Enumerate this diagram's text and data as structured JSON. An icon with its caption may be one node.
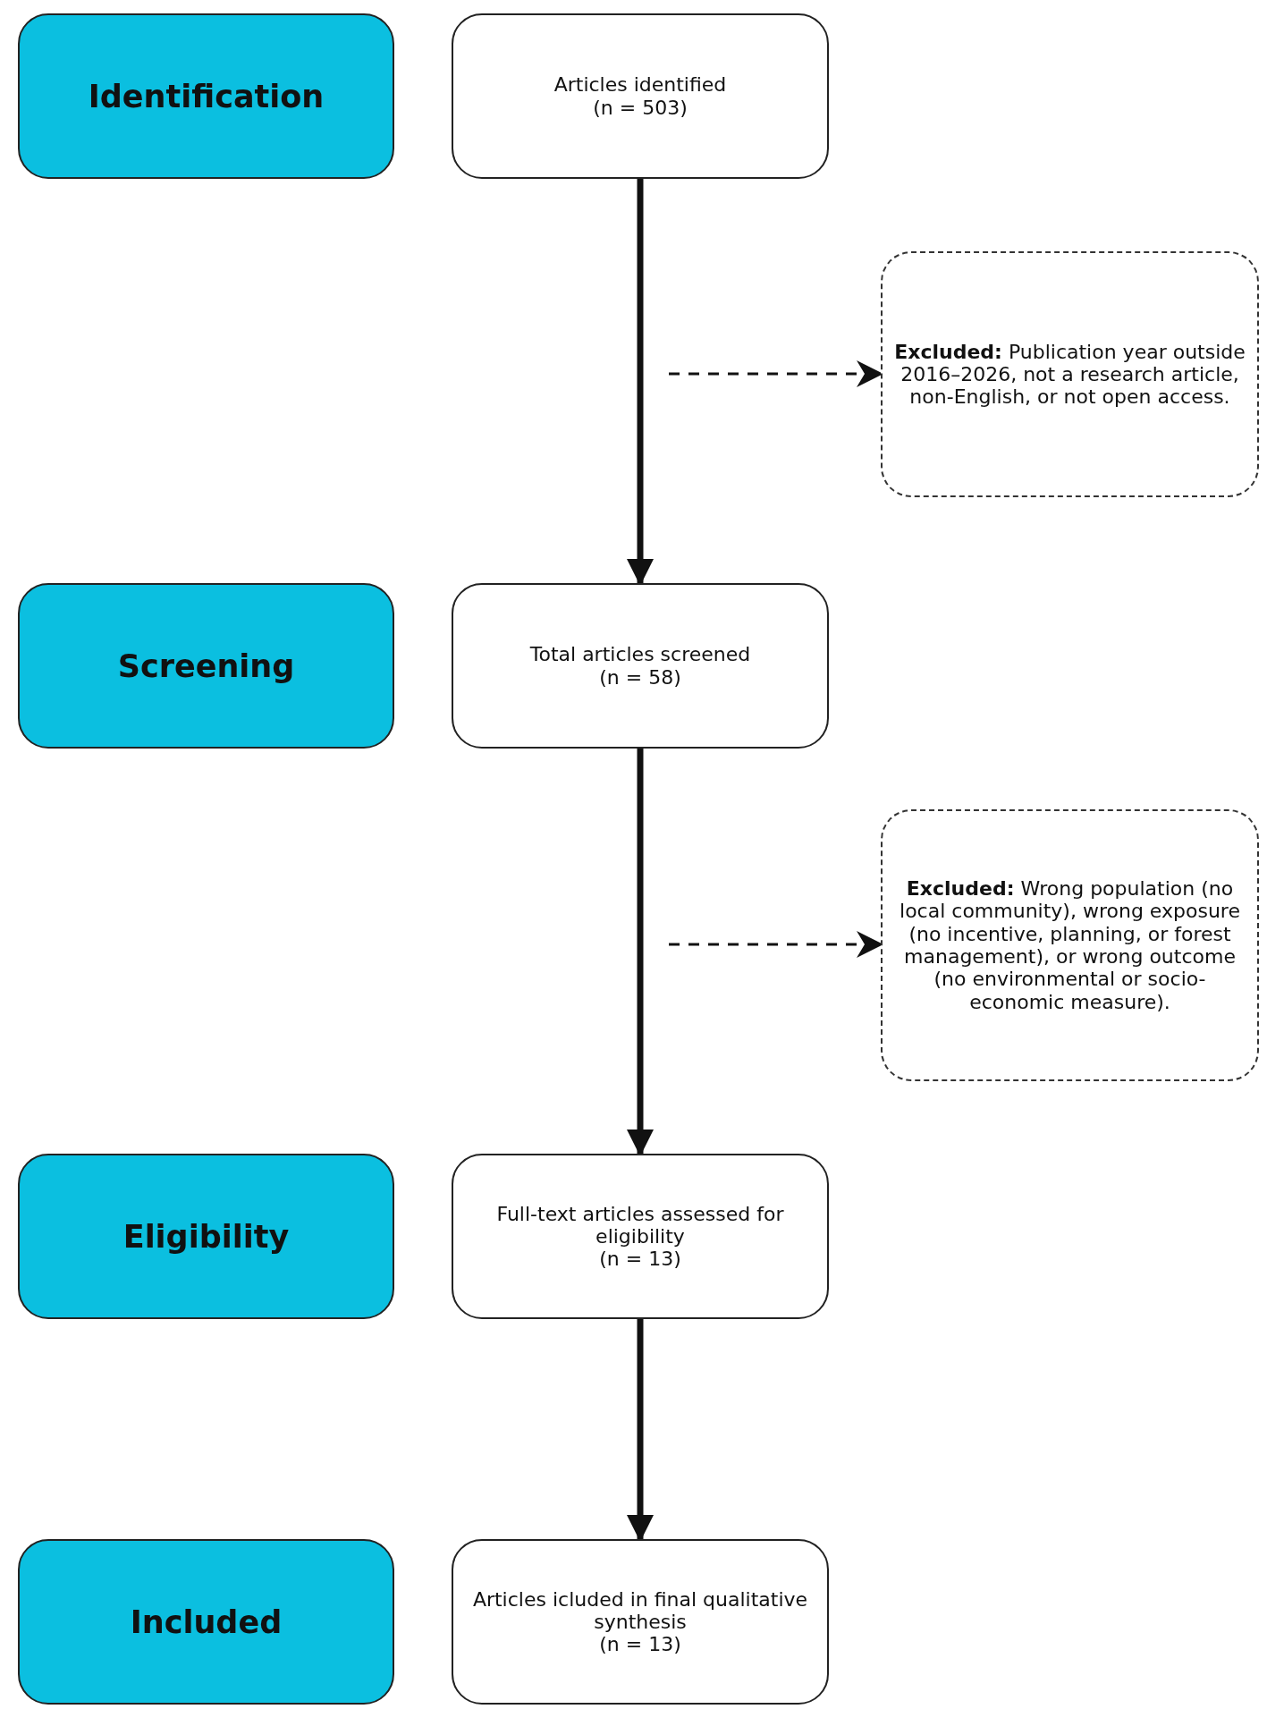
{
  "diagram": {
    "nodes": [
      {
        "text": [
          "Identification"
        ]
      },
      {
        "text": [
          "Articles identified",
          "(n = 503)"
        ]
      },
      {
        "text": [
          "**Excluded:** Publication year outside 2016–2026, not a research article, non-English, or not open access."
        ]
      },
      {
        "text": [
          "Screening"
        ]
      },
      {
        "text": [
          "Total articles screened",
          "(n = 58)"
        ]
      },
      {
        "text": [
          "**Excluded:** Wrong population (no local community), wrong exposure (no incentive, planning, or forest management), or wrong outcome (no environmental or socio-economic measure)."
        ]
      },
      {
        "text": [
          "Eligibility"
        ]
      },
      {
        "text": [
          "Full-text articles assessed for eligibility",
          "(n = 13)"
        ]
      },
      {
        "text": [
          "Included"
        ]
      },
      {
        "text": [
          "Articles icluded in final qualitative synthesis",
          "(n = 13)"
        ]
      }
    ],
    "edges": [
      {
        "from": 1,
        "to": 4,
        "arrow": "to"
      },
      {
        "from": null,
        "to": 2,
        "arrow": "to",
        "style": "dashed"
      },
      {
        "from": 4,
        "to": 7,
        "arrow": "to"
      },
      {
        "from": null,
        "to": 5,
        "arrow": "to",
        "style": "dashed"
      },
      {
        "from": 7,
        "to": 9,
        "arrow": "to"
      }
    ]
  }
}
